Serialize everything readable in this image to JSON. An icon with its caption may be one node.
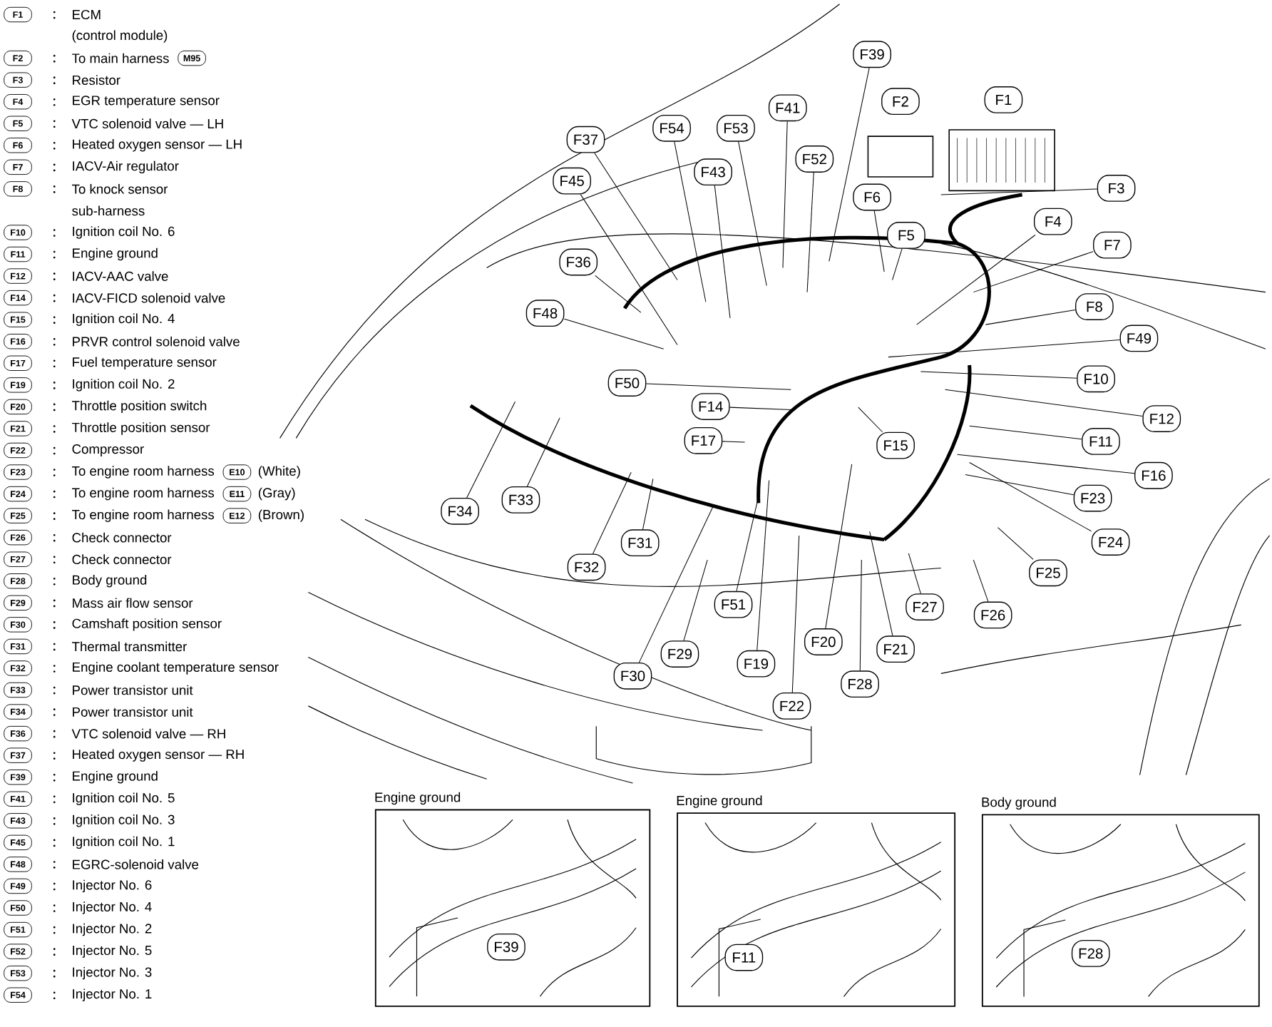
{
  "diagram": {
    "nodes": [
      {
        "text": [
          "F39"
        ]
      },
      {
        "text": [
          "F2"
        ]
      },
      {
        "text": [
          "F1"
        ]
      },
      {
        "text": [
          "F41"
        ]
      },
      {
        "text": [
          "F54"
        ]
      },
      {
        "text": [
          "F53"
        ]
      },
      {
        "text": [
          "F37"
        ]
      },
      {
        "text": [
          "F52"
        ]
      },
      {
        "text": [
          "F43"
        ]
      },
      {
        "text": [
          "F45"
        ]
      },
      {
        "text": [
          "F3"
        ]
      },
      {
        "text": [
          "F6"
        ]
      },
      {
        "text": [
          "F4"
        ]
      },
      {
        "text": [
          "F5"
        ]
      },
      {
        "text": [
          "F7"
        ]
      },
      {
        "text": [
          "F36"
        ]
      },
      {
        "text": [
          "F8"
        ]
      },
      {
        "text": [
          "F48"
        ]
      },
      {
        "text": [
          "F49"
        ]
      },
      {
        "text": [
          "F10"
        ]
      },
      {
        "text": [
          "F50"
        ]
      },
      {
        "text": [
          "F14"
        ]
      },
      {
        "text": [
          "F12"
        ]
      },
      {
        "text": [
          "F17"
        ]
      },
      {
        "text": [
          "F11"
        ]
      },
      {
        "text": [
          "F15"
        ]
      },
      {
        "text": [
          "F16"
        ]
      },
      {
        "text": [
          "F23"
        ]
      },
      {
        "text": [
          "F33"
        ]
      },
      {
        "text": [
          "F34"
        ]
      },
      {
        "text": [
          "F24"
        ]
      },
      {
        "text": [
          "F31"
        ]
      },
      {
        "text": [
          "F32"
        ]
      },
      {
        "text": [
          "F25"
        ]
      },
      {
        "text": [
          "F51"
        ]
      },
      {
        "text": [
          "F27"
        ]
      },
      {
        "text": [
          "F26"
        ]
      },
      {
        "text": [
          "F20"
        ]
      },
      {
        "text": [
          "F21"
        ]
      },
      {
        "text": [
          "F29"
        ]
      },
      {
        "text": [
          "F19"
        ]
      },
      {
        "text": [
          "F30"
        ]
      },
      {
        "text": [
          "F28"
        ]
      },
      {
        "text": [
          "F22"
        ]
      },
      {
        "text": [],
        "shape": "picture",
        "beside": [
          "Engine ground"
        ]
      },
      {
        "text": [
          "F39"
        ],
        "in": 44
      },
      {
        "text": [],
        "shape": "picture",
        "beside": [
          "Engine ground"
        ]
      },
      {
        "text": [
          "F11"
        ],
        "in": 46
      },
      {
        "text": [],
        "shape": "picture",
        "beside": [
          "Body ground"
        ]
      },
      {
        "text": [
          "F28"
        ],
        "in": 48
      }
    ],
    "edges": [
      {
        "from": 0,
        "to": null,
        "arrow": "none"
      },
      {
        "from": 3,
        "to": null,
        "arrow": "none"
      },
      {
        "from": 4,
        "to": null,
        "arrow": "none"
      },
      {
        "from": 5,
        "to": null,
        "arrow": "none"
      },
      {
        "from": 6,
        "to": null,
        "arrow": "none"
      },
      {
        "from": 7,
        "to": null,
        "arrow": "none"
      },
      {
        "from": 8,
        "to": null,
        "arrow": "none"
      },
      {
        "from": 9,
        "to": null,
        "arrow": "none"
      },
      {
        "from": 10,
        "to": null,
        "arrow": "none"
      },
      {
        "from": 11,
        "to": null,
        "arrow": "none"
      },
      {
        "from": 12,
        "to": null,
        "arrow": "none"
      },
      {
        "from": 13,
        "to": null,
        "arrow": "none"
      },
      {
        "from": 14,
        "to": null,
        "arrow": "none"
      },
      {
        "from": 15,
        "to": null,
        "arrow": "none"
      },
      {
        "from": 16,
        "to": null,
        "arrow": "none"
      },
      {
        "from": 17,
        "to": null,
        "arrow": "none"
      },
      {
        "from": 18,
        "to": null,
        "arrow": "none"
      },
      {
        "from": 19,
        "to": null,
        "arrow": "none"
      },
      {
        "from": 20,
        "to": null,
        "arrow": "none"
      },
      {
        "from": 21,
        "to": null,
        "arrow": "none"
      },
      {
        "from": 22,
        "to": null,
        "arrow": "none"
      },
      {
        "from": 23,
        "to": null,
        "arrow": "none"
      },
      {
        "from": 24,
        "to": null,
        "arrow": "none"
      },
      {
        "from": 25,
        "to": null,
        "arrow": "none"
      },
      {
        "from": 26,
        "to": null,
        "arrow": "none"
      },
      {
        "from": 27,
        "to": null,
        "arrow": "none"
      },
      {
        "from": 28,
        "to": null,
        "arrow": "none"
      },
      {
        "from": 29,
        "to": null,
        "arrow": "none"
      },
      {
        "from": 30,
        "to": null,
        "arrow": "none"
      },
      {
        "from": 31,
        "to": null,
        "arrow": "none"
      },
      {
        "from": 32,
        "to": null,
        "arrow": "none"
      },
      {
        "from": 33,
        "to": null,
        "arrow": "none"
      },
      {
        "from": 34,
        "to": null,
        "arrow": "none"
      },
      {
        "from": 35,
        "to": null,
        "arrow": "none"
      },
      {
        "from": 36,
        "to": null,
        "arrow": "none"
      },
      {
        "from": 37,
        "to": null,
        "arrow": "none"
      },
      {
        "from": 38,
        "to": null,
        "arrow": "none"
      },
      {
        "from": 39,
        "to": null,
        "arrow": "none"
      },
      {
        "from": 40,
        "to": null,
        "arrow": "none"
      },
      {
        "from": 41,
        "to": null,
        "arrow": "none"
      },
      {
        "from": 42,
        "to": null,
        "arrow": "none"
      },
      {
        "from": 43,
        "to": null,
        "arrow": "none"
      }
    ],
    "labels": [
      "F1",
      "ECM",
      "(control module)",
      "F2",
      "To main harness",
      "M95",
      "F3",
      "Resistor",
      "F4",
      "EGR temperature sensor",
      "F5",
      "VTC solenoid valve — LH",
      "F6",
      "Heated oxygen sensor — LH",
      "F7",
      "IACV-Air regulator",
      "F8",
      "To knock sensor",
      "sub-harness",
      "F10",
      "Ignition coil No. 6",
      "F11",
      "Engine ground",
      "F12",
      "IACV-AAC valve",
      "F14",
      "IACV-FICD solenoid valve",
      "F15",
      "Ignition coil No. 4",
      "F16",
      "PRVR control solenoid valve",
      "F17",
      "Fuel temperature sensor",
      "F19",
      "Ignition coil No. 2",
      "F20",
      "Throttle position switch",
      "F21",
      "Throttle position sensor",
      "F22",
      "Compressor",
      "F23",
      "To engine room harness",
      "E10",
      "(White)",
      "F24",
      "To engine room harness",
      "E11",
      "(Gray)",
      "F25",
      "To engine room harness",
      "E12",
      "(Brown)",
      "F26",
      "Check connector",
      "F27",
      "Check connector",
      "F28",
      "Body ground",
      "F29",
      "Mass air flow sensor",
      "F30",
      "Camshaft position sensor",
      "F31",
      "Thermal transmitter",
      "F32",
      "Engine coolant temperature sensor",
      "F33",
      "Power transistor unit",
      "F34",
      "Power transistor unit",
      "F36",
      "VTC solenoid valve — RH",
      "F37",
      "Heated oxygen sensor — RH",
      "F39",
      "Engine ground",
      "F41",
      "Ignition coil No. 5",
      "F43",
      "Ignition coil No. 3",
      "F45",
      "Ignition coil No. 1",
      "F48",
      "EGRC-solenoid valve",
      "F49",
      "Injector No. 6",
      "F50",
      "Injector No. 4",
      "F51",
      "Injector No. 2",
      "F52",
      "Injector No. 5",
      "F53",
      "Injector No. 3",
      "F54",
      "Injector No. 1"
    ]
  }
}
